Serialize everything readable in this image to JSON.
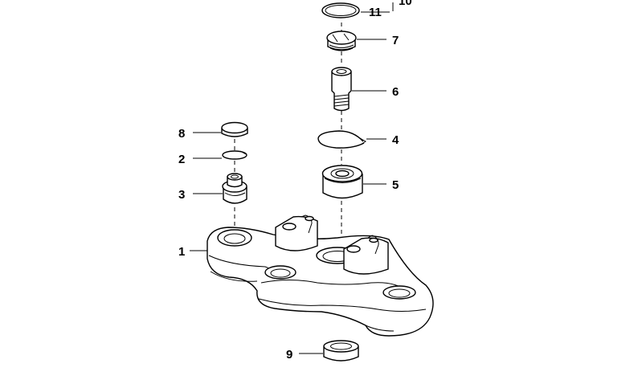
{
  "diagram": {
    "callouts": [
      {
        "id": "c1",
        "label": "1"
      },
      {
        "id": "c2",
        "label": "2"
      },
      {
        "id": "c3",
        "label": "3"
      },
      {
        "id": "c4",
        "label": "4"
      },
      {
        "id": "c5",
        "label": "5"
      },
      {
        "id": "c6",
        "label": "6"
      },
      {
        "id": "c7",
        "label": "7"
      },
      {
        "id": "c8",
        "label": "8"
      },
      {
        "id": "c9",
        "label": "9"
      },
      {
        "id": "c10",
        "label": "10"
      },
      {
        "id": "c11",
        "label": "11"
      }
    ]
  },
  "colors": {
    "background": "#ffffff",
    "line": "#000000"
  }
}
